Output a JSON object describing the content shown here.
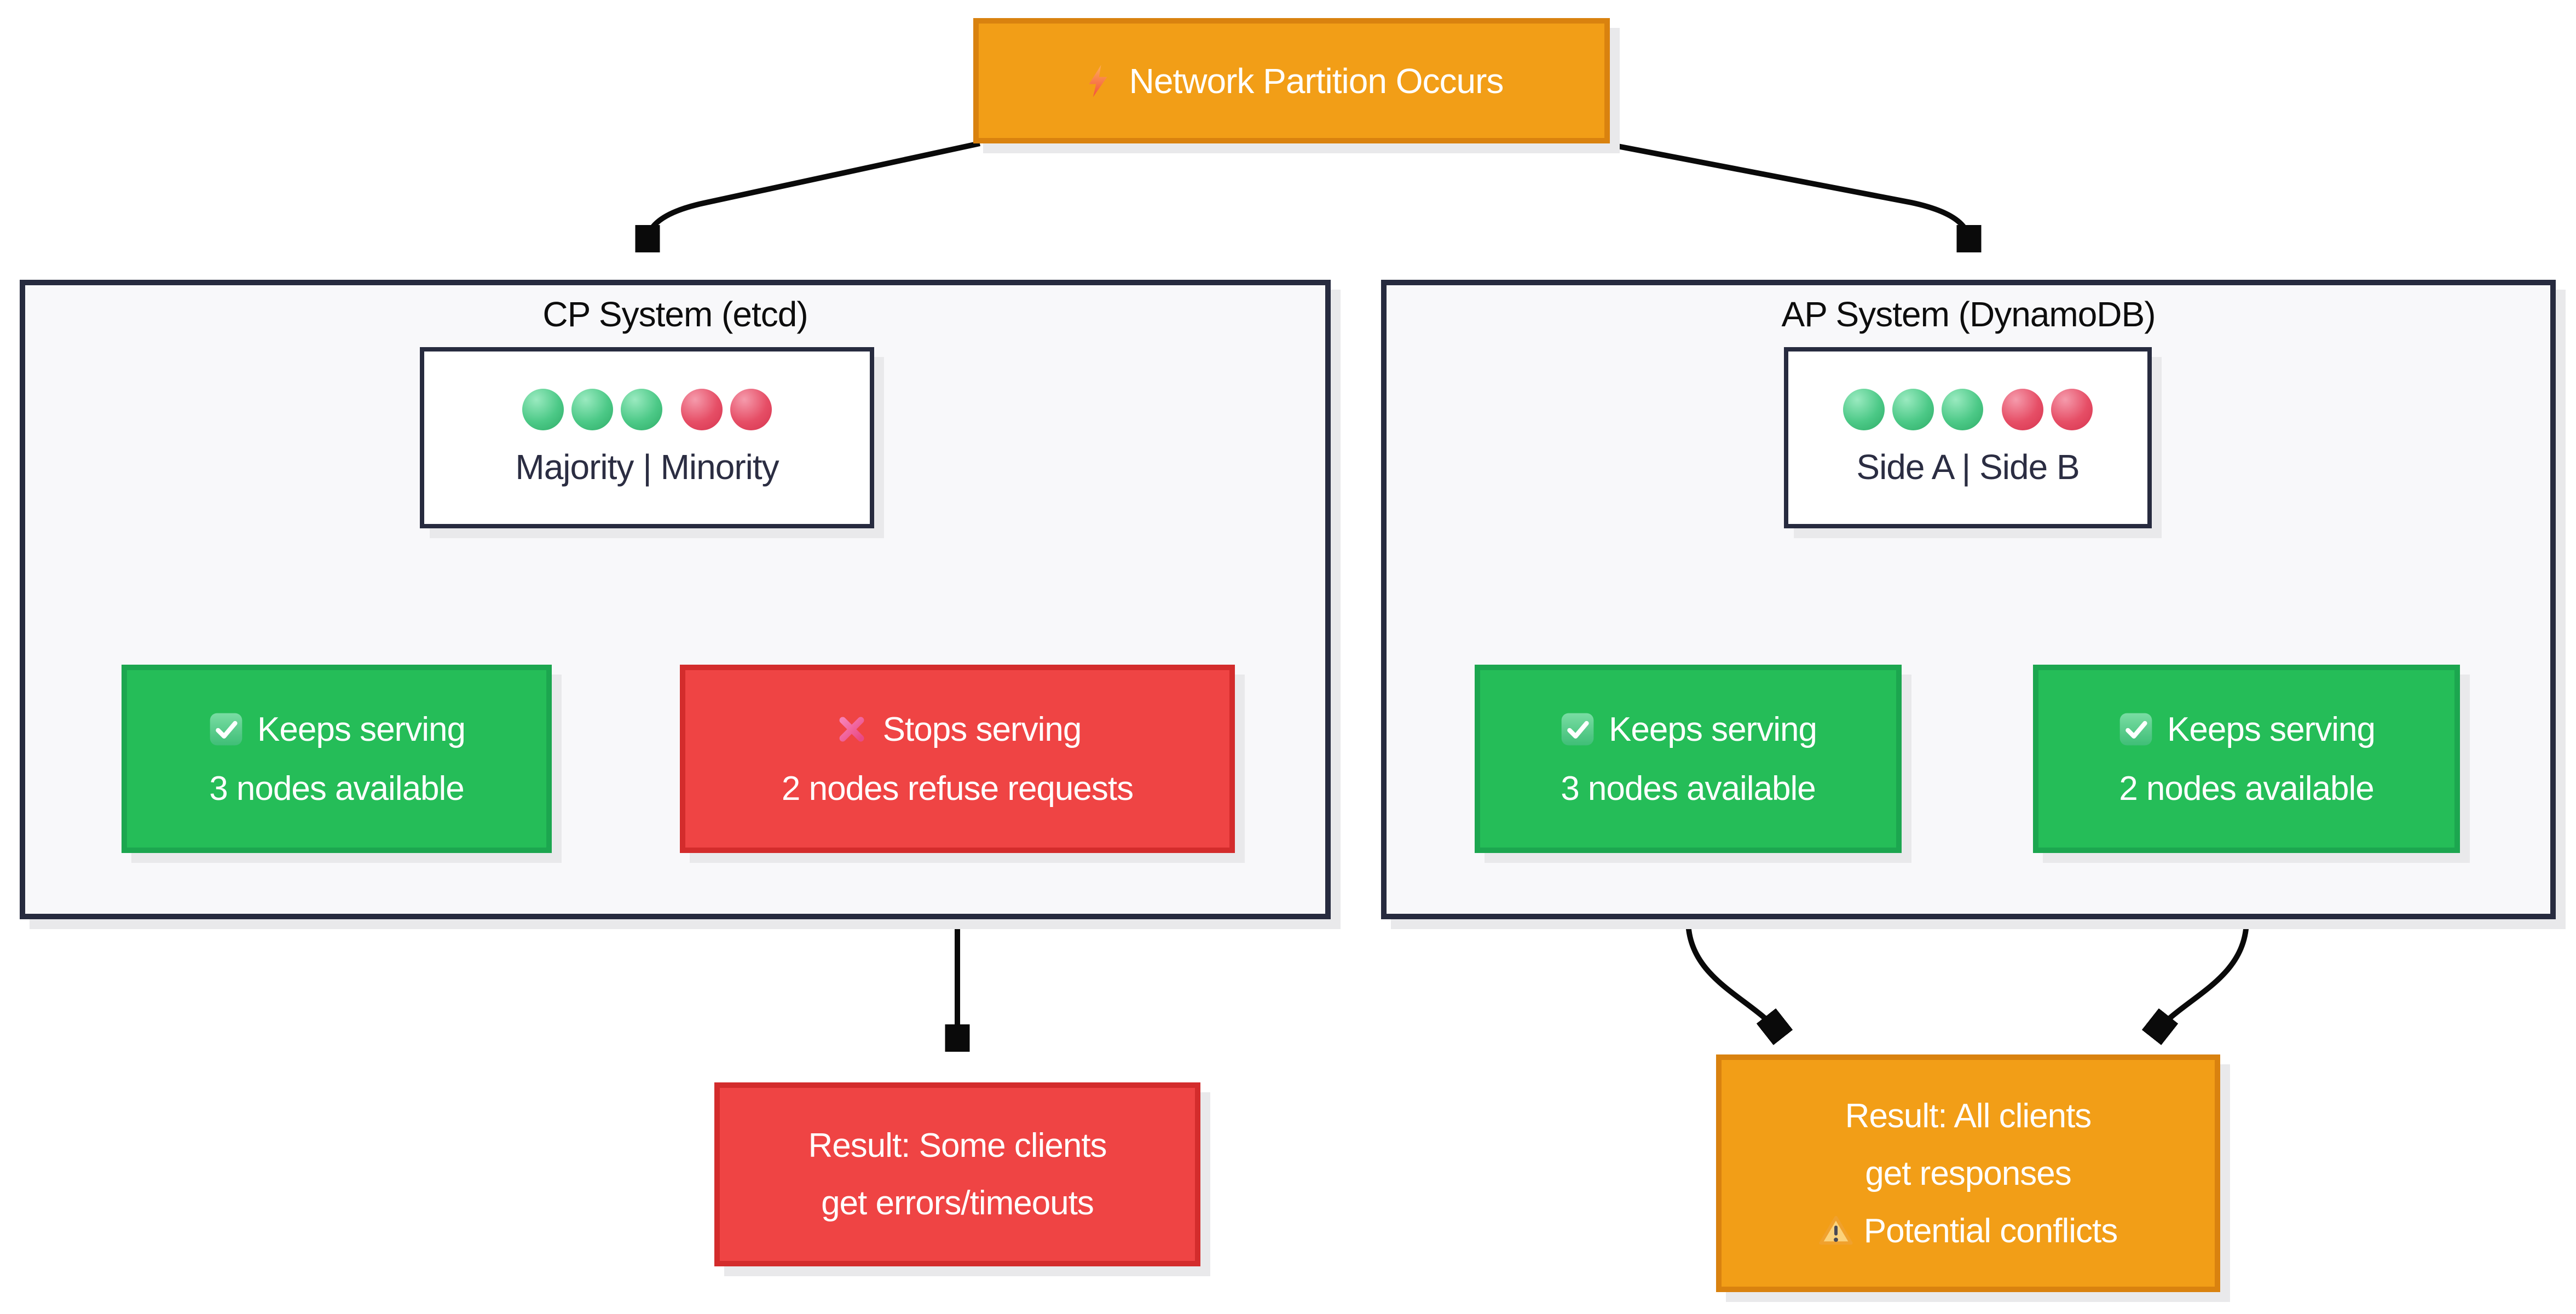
{
  "palette": {
    "orange": "#F29E17",
    "orange_border": "#D9820F",
    "green": "#25BD58",
    "green_border": "#1CA64F",
    "red": "#EF4444",
    "red_border": "#D32C2C",
    "frame": "#272B3F",
    "frame_background": "#F8F8FA",
    "dark_text": "#2B2D42",
    "arrow": "#0a0a0a",
    "shadow": "#e9e9eb",
    "healthy_dot": "#4CC987",
    "partitioned_dot": "#E64E66"
  },
  "event": {
    "label": "Network Partition Occurs",
    "icon": "lightning-icon"
  },
  "cp": {
    "title": "CP System (etcd)",
    "cluster": {
      "label": "Majority | Minority",
      "green_dots": 3,
      "red_dots": 2
    },
    "outcomes": [
      {
        "icon": "check-icon",
        "lines": [
          "Keeps serving",
          "3 nodes available"
        ]
      },
      {
        "icon": "cross-icon",
        "lines": [
          "Stops serving",
          "2 nodes refuse requests"
        ]
      }
    ],
    "result": {
      "lines": [
        "Result: Some clients",
        "get errors/timeouts"
      ]
    }
  },
  "ap": {
    "title": "AP System (DynamoDB)",
    "cluster": {
      "label": "Side A | Side B",
      "green_dots": 3,
      "red_dots": 2
    },
    "outcomes": [
      {
        "icon": "check-icon",
        "lines": [
          "Keeps serving",
          "3 nodes available"
        ]
      },
      {
        "icon": "check-icon",
        "lines": [
          "Keeps serving",
          "2 nodes available"
        ]
      }
    ],
    "result": {
      "lines": [
        "Result: All clients",
        "get responses",
        "Potential conflicts"
      ],
      "icon": "warning-icon"
    }
  }
}
